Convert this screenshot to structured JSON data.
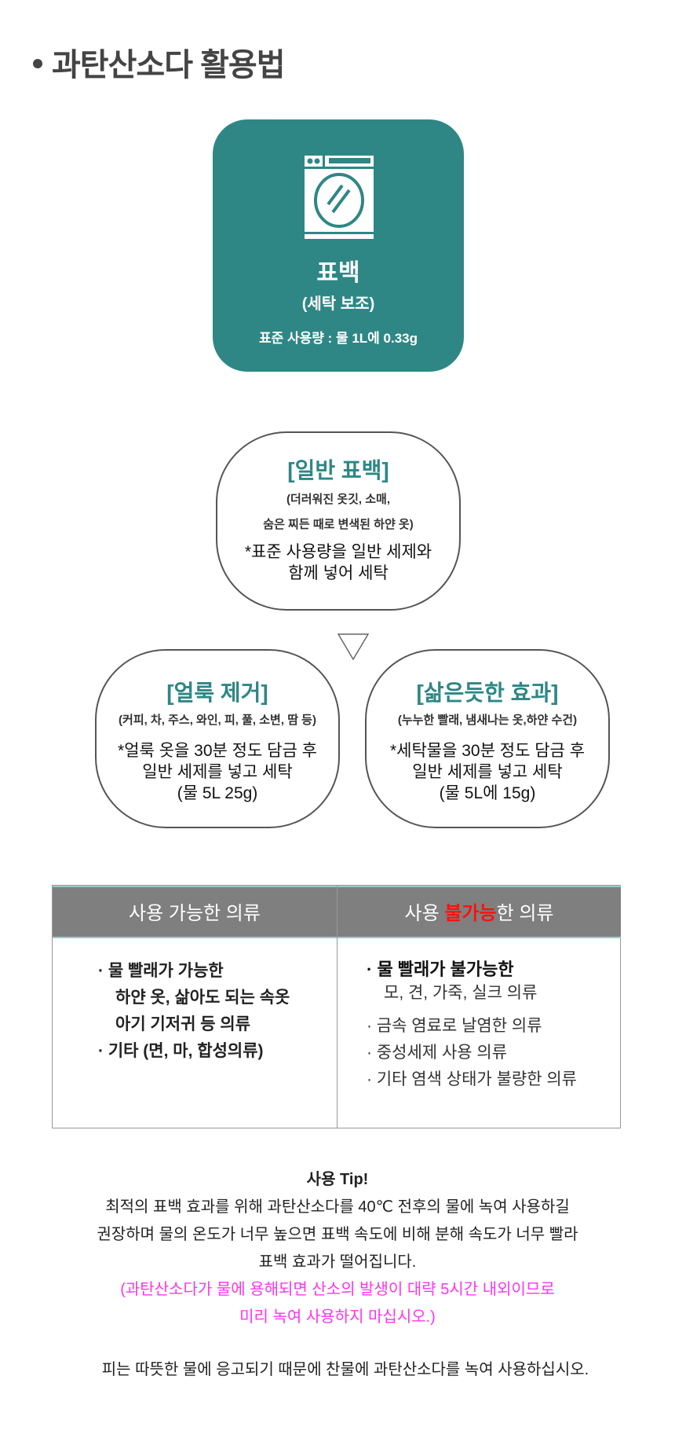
{
  "title": "과탄산소다 활용법",
  "main_card": {
    "icon": "washing-machine-icon",
    "title": "표백",
    "subtitle": "(세탁 보조)",
    "dose": "표준 사용량 : 물 1L에 0.33g",
    "color": "#2e8785"
  },
  "bubbles": {
    "general": {
      "heading": "[일반 표백]",
      "paren_1": "(더러워진 옷깃, 소매,",
      "paren_2": "숨은 찌든 때로 변색된 하얀 옷)",
      "body_1": "*표준 사용량을  일반 세제와",
      "body_2": "함께 넣어 세탁"
    },
    "stain": {
      "heading": "[얼룩 제거]",
      "paren": "(커피, 차, 주스, 와인, 피, 풀, 소변, 땀 등)",
      "body_1": "*얼룩 옷을 30분 정도 담금 후",
      "body_2": "일반 세제를 넣고 세탁",
      "body_3": "(물 5L 25g)"
    },
    "boil": {
      "heading": "[삶은듯한 효과]",
      "paren": "(누누한 빨래, 냄새나는 옷,하얀 수건)",
      "body_1": "*세탁물을 30분 정도 담금 후",
      "body_2": "일반 세제를 넣고 세탁",
      "body_3": "(물 5L에 15g)"
    }
  },
  "table": {
    "header_left": "사용 가능한 의류",
    "header_right_pre": "사용 ",
    "header_right_red": "불가능",
    "header_right_post": "한 의류",
    "left_items": [
      "· 물 빨래가 가능한",
      "하얀 옷, 삶아도 되는 속옷",
      "아기 기저귀 등 의류",
      "· 기타 (면, 마, 합성의류)"
    ],
    "right_items": [
      "· 물 빨래가 불가능한",
      "모, 견, 가죽, 실크 의류",
      "· 금속 염료로 날염한 의류",
      "· 중성세제 사용 의류",
      "· 기타 염색 상태가 불량한 의류"
    ]
  },
  "tips": {
    "title": "사용 Tip!",
    "line_1": "최적의 표백 효과를 위해 과탄산소다를 40℃ 전후의 물에 녹여 사용하길",
    "line_2": "권장하며 물의 온도가 너무 높으면 표백 속도에 비해 분해 속도가 너무 빨라",
    "line_3": "표백 효과가 떨어집니다.",
    "warn_1": "(과탄산소다가 물에 용해되면 산소의 발생이 대략 5시간 내외이므로",
    "warn_2": "미리 녹여 사용하지 마십시오.)",
    "last": "피는 따뜻한 물에 응고되기 때문에 찬물에 과탄산소다를 녹여 사용하십시오."
  }
}
